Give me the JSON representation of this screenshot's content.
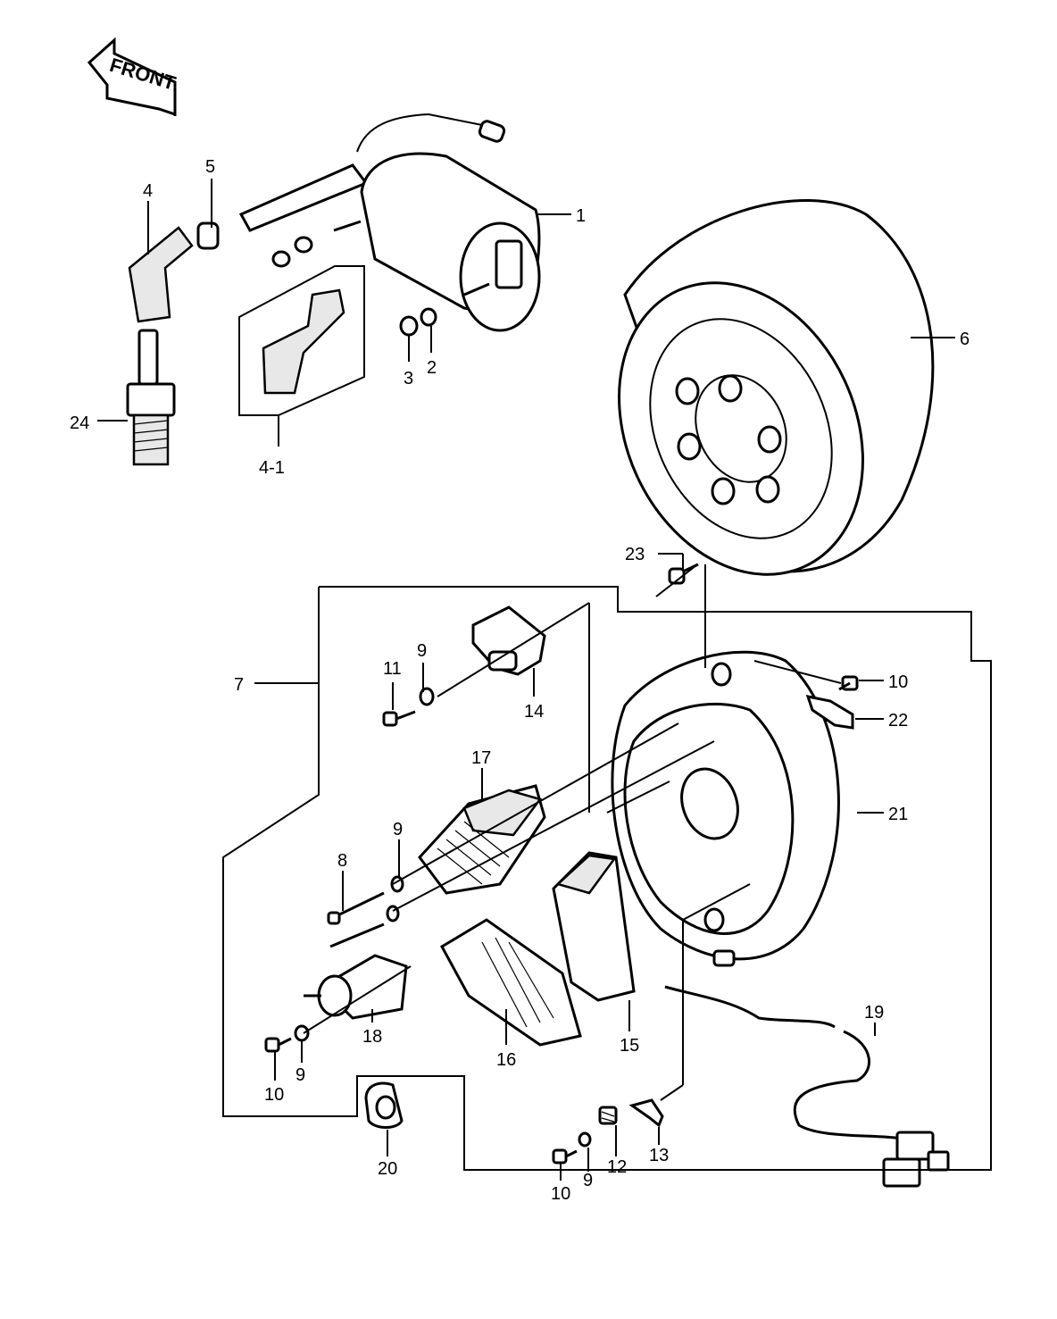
{
  "front_label": "FRONT",
  "callouts": {
    "c1": "1",
    "c2": "2",
    "c3": "3",
    "c4": "4",
    "c4_1": "4-1",
    "c5": "5",
    "c6": "6",
    "c7": "7",
    "c8": "8",
    "c9a": "9",
    "c9b": "9",
    "c9c": "9",
    "c9d": "9",
    "c10a": "10",
    "c10b": "10",
    "c10c": "10",
    "c11": "11",
    "c12": "12",
    "c13": "13",
    "c14": "14",
    "c15": "15",
    "c16": "16",
    "c17": "17",
    "c18": "18",
    "c19": "19",
    "c20": "20",
    "c21": "21",
    "c22": "22",
    "c23": "23",
    "c24": "24"
  },
  "icons": {
    "front_arrow": "front-arrow-icon"
  }
}
